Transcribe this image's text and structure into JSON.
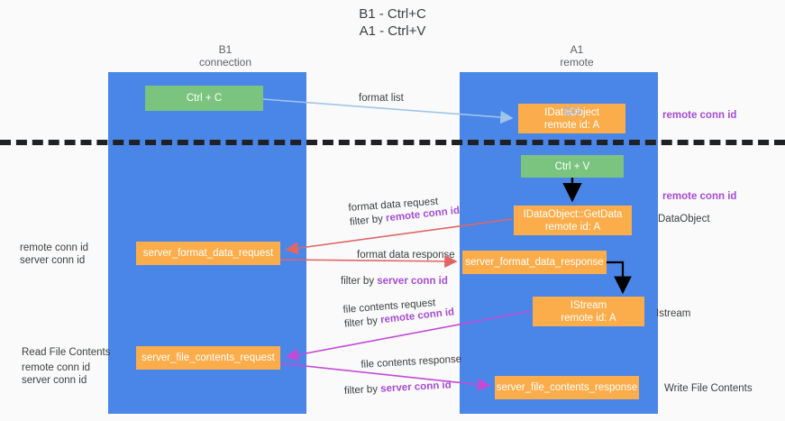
{
  "title": {
    "line1": "B1 - Ctrl+C",
    "line2": "A1 - Ctrl+V"
  },
  "lanes": [
    {
      "id": "b1",
      "name": "B1",
      "subtitle": "connection",
      "color": "#4a86e8"
    },
    {
      "id": "a1",
      "name": "A1",
      "subtitle": "remote",
      "color": "#4a86e8"
    }
  ],
  "nodes": {
    "ctrl_c": {
      "label": "Ctrl + C",
      "color": "#7bc47f"
    },
    "idataobject": {
      "label": "IDataObject",
      "sub": "remote id: A",
      "overlay": "保存",
      "color": "#fbad4b"
    },
    "ctrl_v": {
      "label": "Ctrl + V",
      "color": "#7bc47f"
    },
    "getdata": {
      "label": "IDataObject::GetData",
      "sub": "remote id: A",
      "color": "#fbad4b"
    },
    "server_format_data_request": {
      "label": "server_format_data_request",
      "color": "#fbad4b"
    },
    "server_format_data_response": {
      "label": "server_format_data_response",
      "color": "#fbad4b"
    },
    "istream": {
      "label": "IStream",
      "sub": "remote id: A",
      "color": "#fbad4b"
    },
    "server_file_contents_request": {
      "label": "server_file_contents_request",
      "color": "#fbad4b"
    },
    "server_file_contents_response": {
      "label": "server_file_contents_response",
      "color": "#fbad4b"
    }
  },
  "annotations": {
    "format_list": "format list",
    "format_data_request": {
      "line1": "format data request",
      "line2_prefix": "filter by ",
      "line2_key": "remote conn id"
    },
    "format_data_response": {
      "line1": "format data response",
      "line2_prefix": "filter by ",
      "line2_key": "server conn id"
    },
    "file_contents_request": {
      "line1": "file contents request",
      "line2_prefix": "filter by ",
      "line2_key": "remote conn id"
    },
    "file_contents_response": {
      "line1": "file contents response",
      "line2_prefix": "filter by ",
      "line2_key": "server conn id"
    }
  },
  "side_labels": {
    "remote_conn_id_top": "remote conn id",
    "remote_conn_id_mid": "remote conn id",
    "dataobject": "DataObject",
    "istream": "Istream",
    "write_file_contents": "Write File Contents",
    "read_file_contents": "Read File Contents",
    "left_remote_conn_id_1": "remote conn id",
    "left_server_conn_id_1": "server conn id",
    "left_remote_conn_id_2": "remote conn id",
    "left_server_conn_id_2": "server conn id"
  },
  "colors": {
    "lane": "#4a86e8",
    "green_node": "#7bc47f",
    "orange_node": "#fbad4b",
    "purple_text": "#a64dd1",
    "green_text": "#6aa84f",
    "blue_arrow": "#9fc5e8",
    "red_arrow": "#e06666",
    "magenta_arrow": "#c24bd6",
    "black_arrow": "#000000",
    "separator": "#202124",
    "background": "#fafafa"
  }
}
